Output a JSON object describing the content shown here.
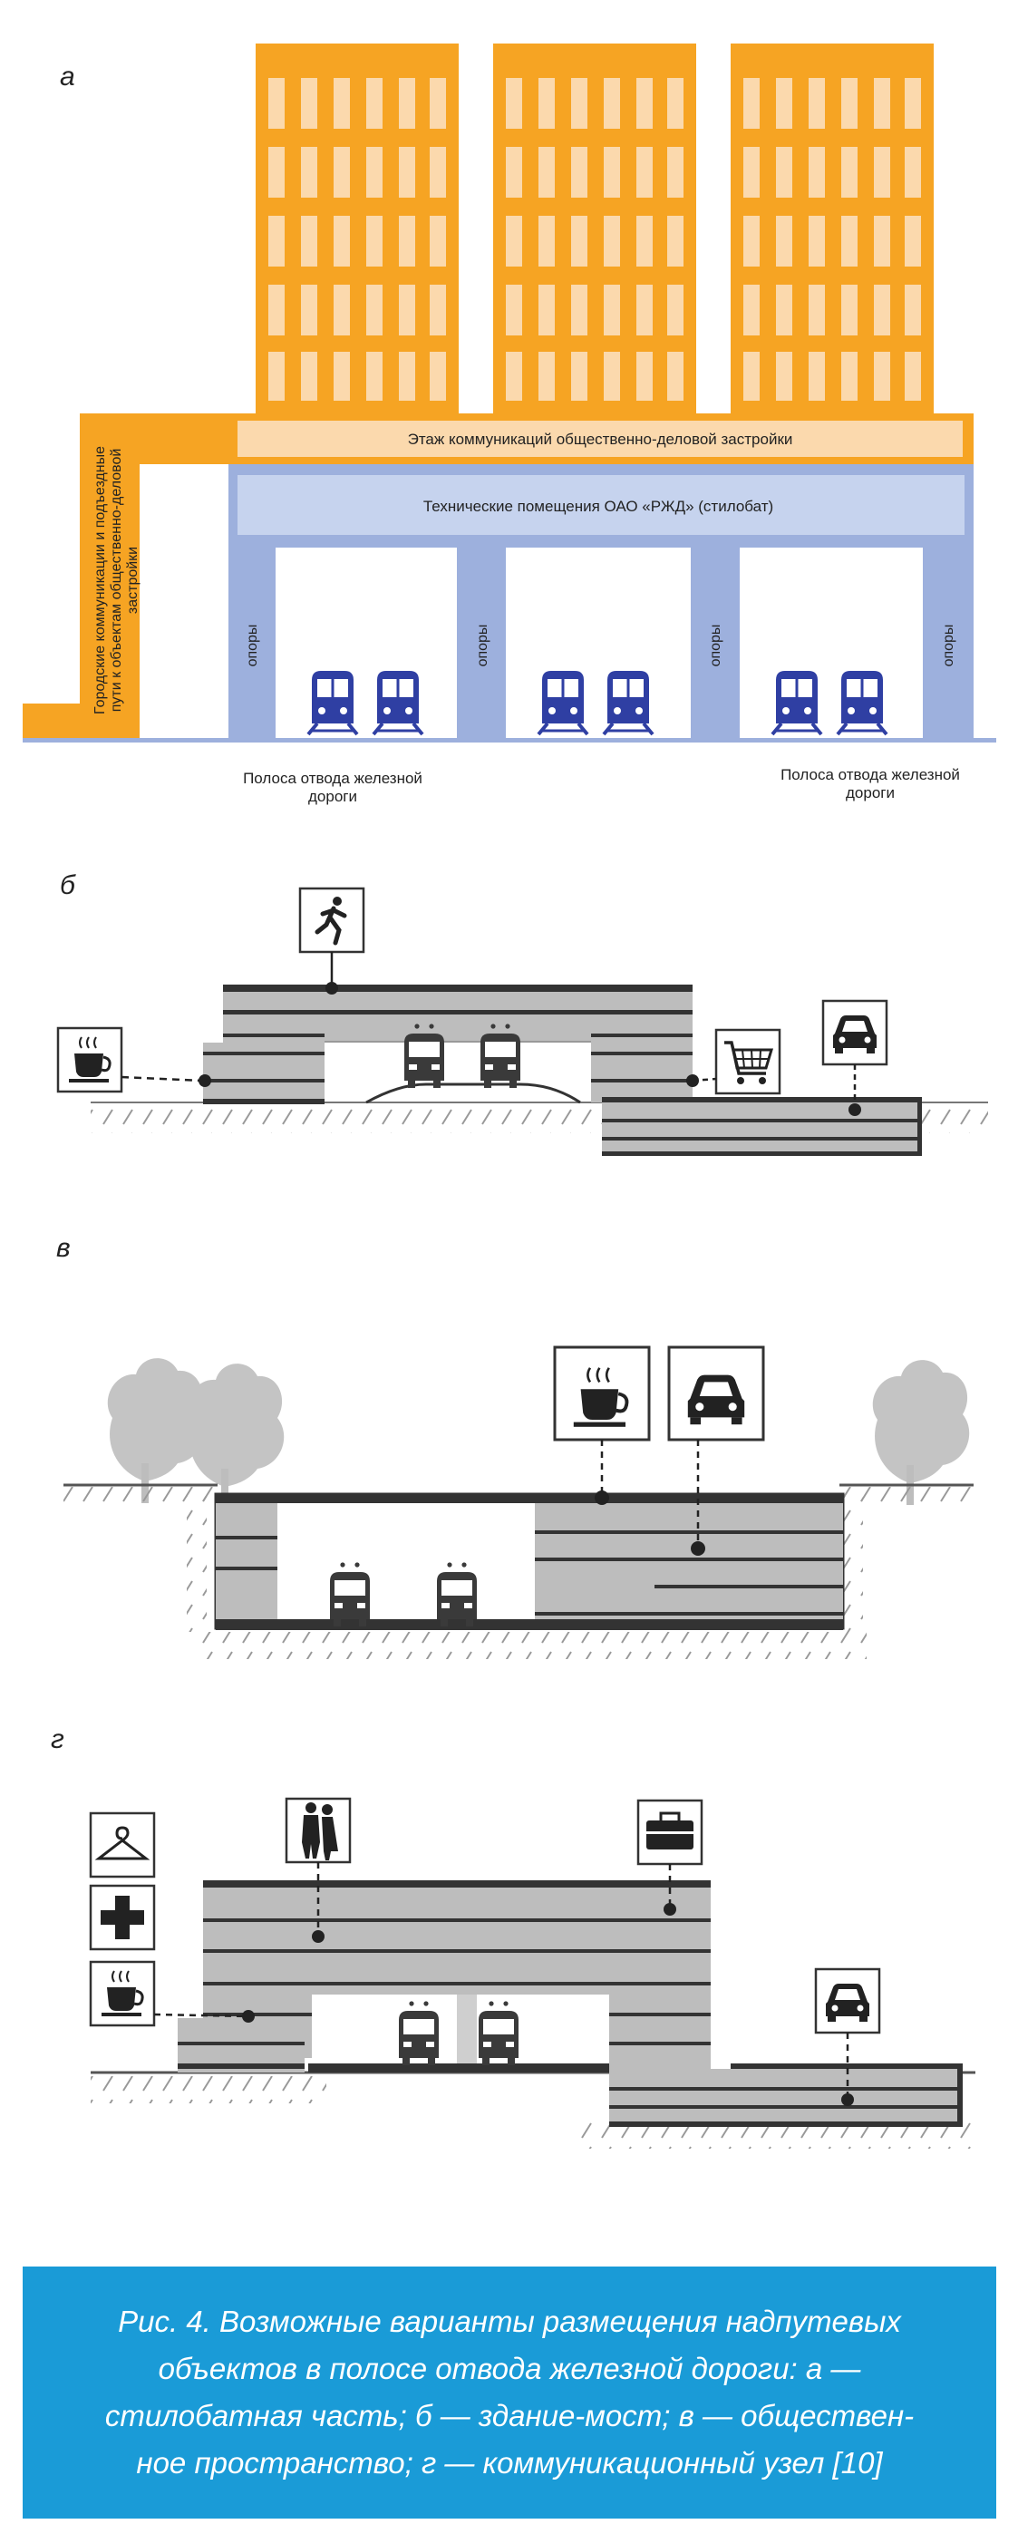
{
  "panels": {
    "a": {
      "letter": "а",
      "floor_label": "Этаж коммуникаций общественно-деловой застройки",
      "stylobate_label": "Технические помещения ОАО «РЖД» (стилобат)",
      "side_label_line1": "Городские коммуникации и подъездные",
      "side_label_line2": "пути к объектам общественно-деловой",
      "side_label_line3": "застройки",
      "support_label": "опоры",
      "strip_left_line1": "Полоса отвода железной",
      "strip_left_line2": "дороги",
      "strip_right_line1": "Полоса отвода железной",
      "strip_right_line2": "дороги"
    },
    "b": {
      "letter": "б"
    },
    "v": {
      "letter": "в"
    },
    "g": {
      "letter": "г"
    }
  },
  "caption": {
    "line1": "Рис. 4. Возможные варианты размещения надпутевых",
    "line2": "объектов в полосе отвода железной дороги: а —",
    "line3": "стилобатная часть; б — здание-мост; в — обществен-",
    "line4": "ное пространство; г — коммуникационный узел [10]"
  },
  "icons": [
    "running-person-icon",
    "coffee-cup-icon",
    "shopping-cart-icon",
    "car-icon",
    "train-icon",
    "tree-icon",
    "hanger-icon",
    "medical-cross-icon",
    "couple-icon",
    "briefcase-icon"
  ],
  "colors": {
    "orange": "#f6a423",
    "light_orange": "#fbd9ad",
    "blue": "#9db0dd",
    "light_blue": "#c6d3ee",
    "train": "#2f3fa3",
    "accent": "#1a9bd7",
    "gray": "#b9b9b9"
  }
}
